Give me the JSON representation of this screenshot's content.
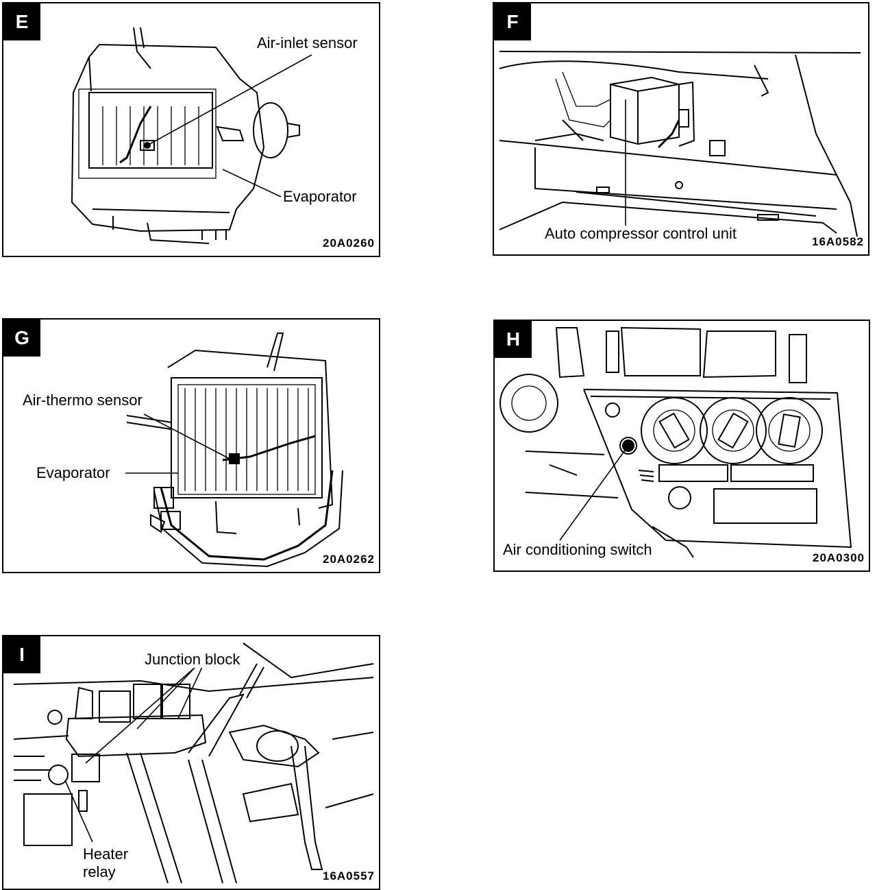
{
  "panels": {
    "e": {
      "letter": "E",
      "labels": {
        "air_inlet_sensor": "Air-inlet sensor",
        "evaporator": "Evaporator"
      },
      "code": "20A0260"
    },
    "f": {
      "letter": "F",
      "labels": {
        "auto_compressor_control_unit": "Auto compressor control unit"
      },
      "code": "16A0582"
    },
    "g": {
      "letter": "G",
      "labels": {
        "air_thermo_sensor": "Air-thermo  sensor",
        "evaporator": "Evaporator"
      },
      "code": "20A0262"
    },
    "h": {
      "letter": "H",
      "labels": {
        "air_conditioning_switch": "Air conditioning switch"
      },
      "code": "20A0300"
    },
    "i": {
      "letter": "I",
      "labels": {
        "junction_block": "Junction  block",
        "heater_relay_line1": "Heater",
        "heater_relay_line2": "relay"
      },
      "code": "16A0557"
    }
  }
}
